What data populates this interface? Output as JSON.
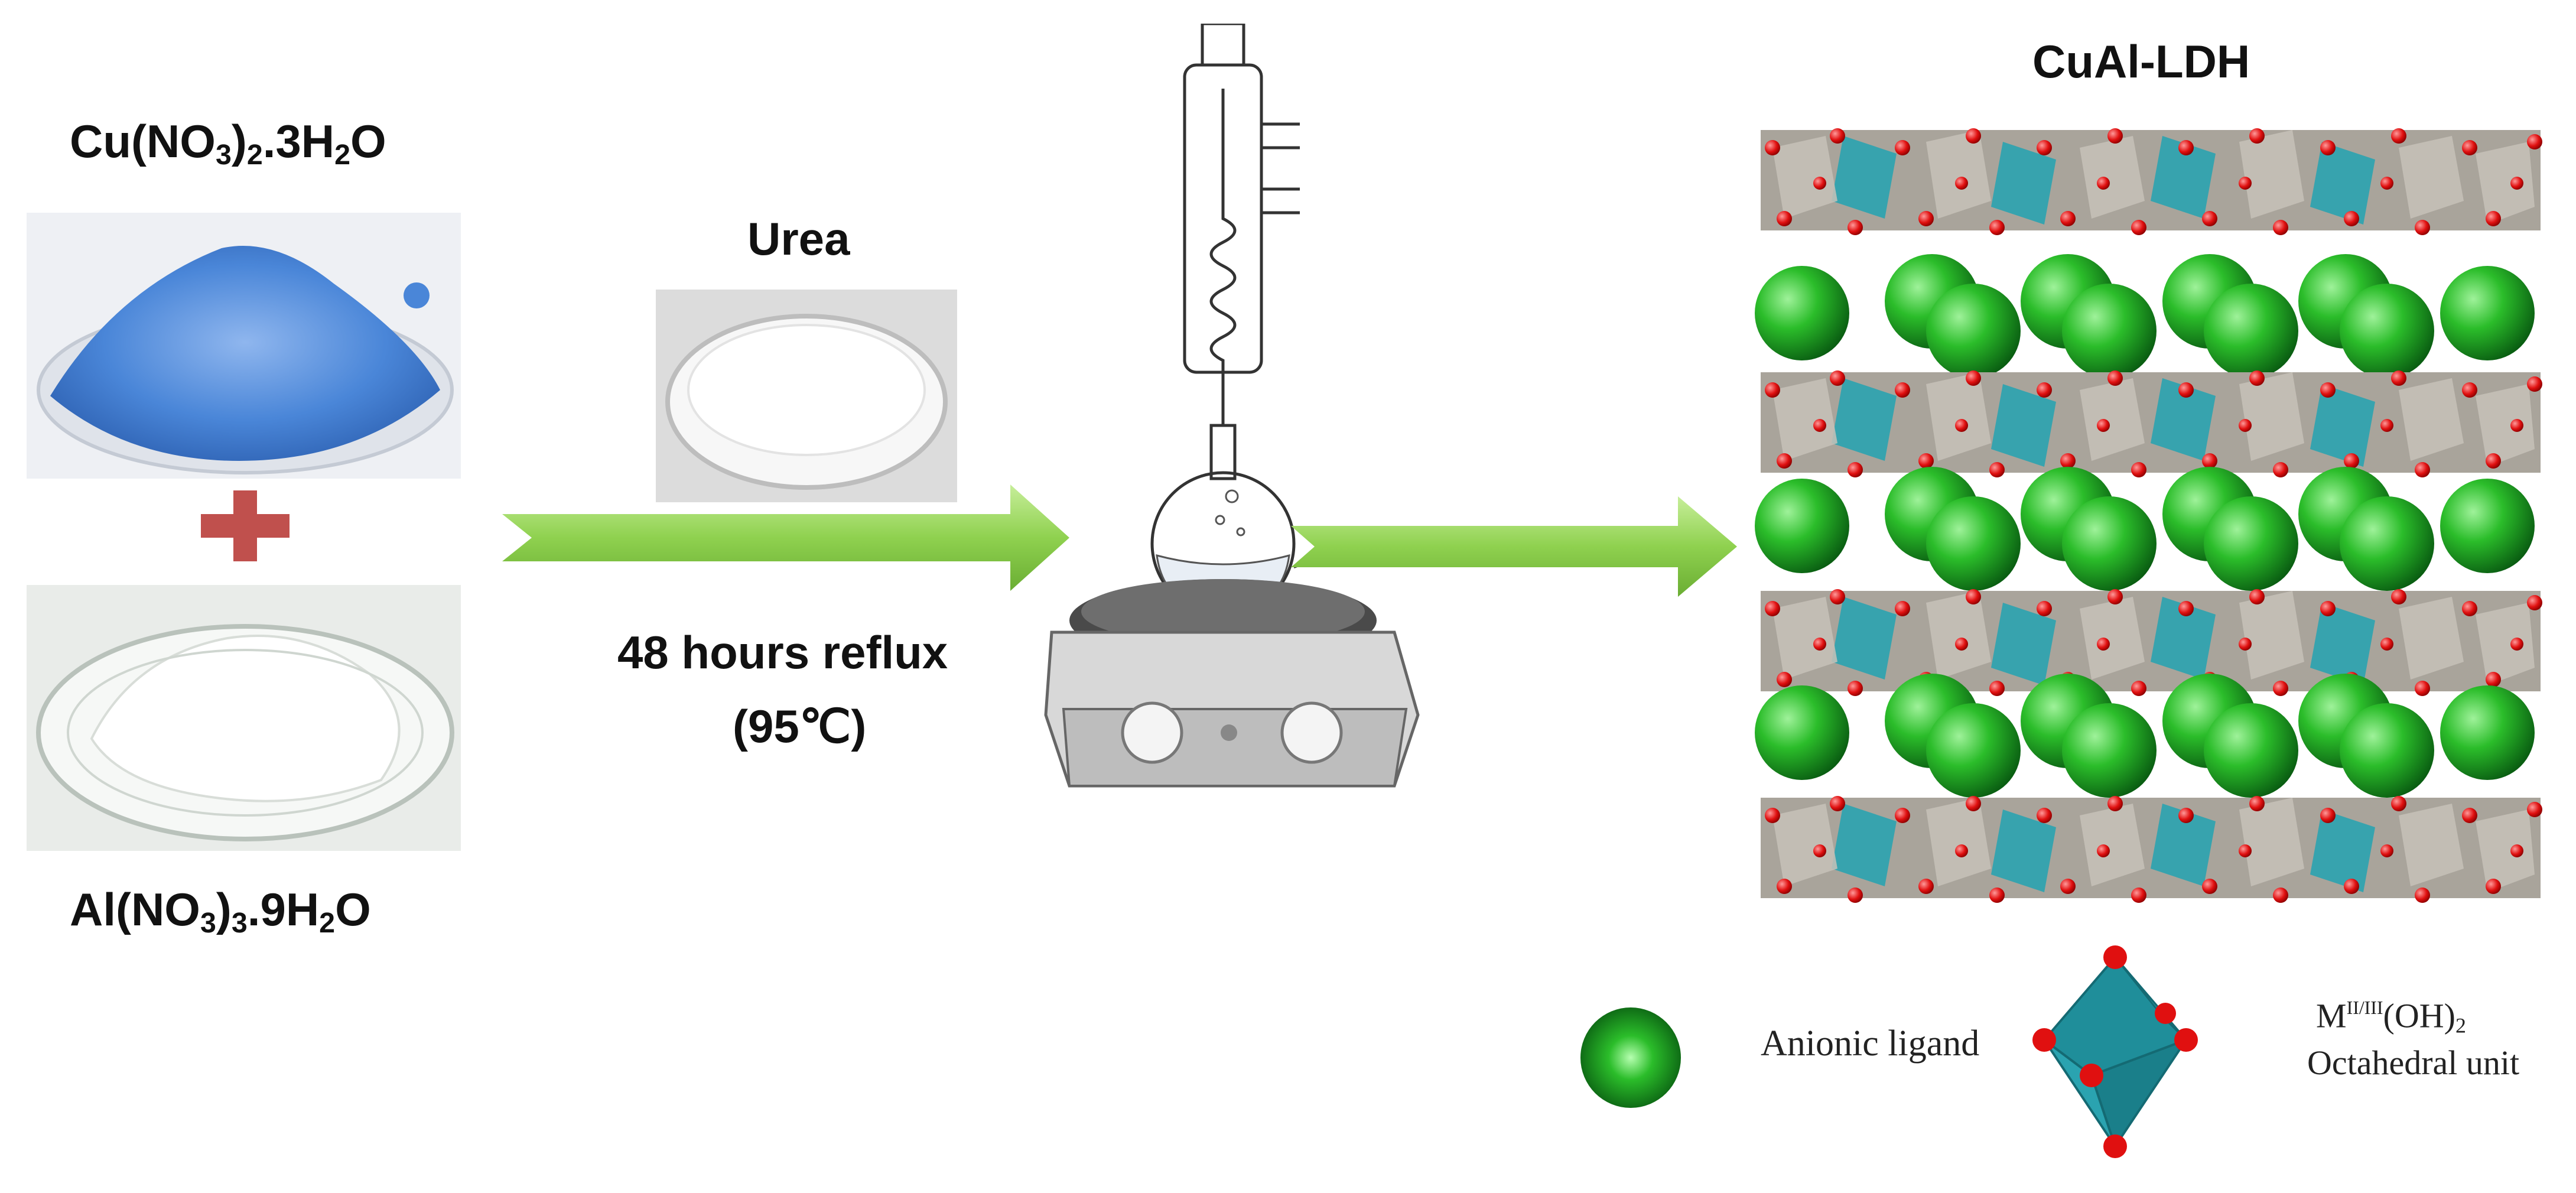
{
  "reagents": {
    "cu_part_main": "Cu(NO",
    "cu_part_sub1": "3",
    "cu_part_mid": ")",
    "cu_part_sub2": "2",
    "cu_part_end1": ".3H",
    "cu_part_sub3": "2",
    "cu_part_end2": "O",
    "al_part_main": "Al(NO",
    "al_part_sub1": "3",
    "al_part_mid": ")",
    "al_part_sub2": "3",
    "al_part_end1": ".9H",
    "al_part_sub3": "2",
    "al_part_end2": "O",
    "urea_label": "Urea"
  },
  "process": {
    "condition_line1": "48 hours reflux",
    "condition_line2": "(95℃)"
  },
  "product": {
    "title": "CuAl-LDH"
  },
  "legend": {
    "anionic_label": "Anionic ligand",
    "octa_prefix": "M",
    "octa_sup": "II/III",
    "octa_mid": "(OH)",
    "octa_sub": "2",
    "octa_line2": "Octahedral unit"
  },
  "colors": {
    "cu_powder": "#4a86d8",
    "al_powder": "#f2f2f2",
    "plus": "#c0504d",
    "arrow": "#8fd14f",
    "anion": "#1f9e2a",
    "octa_teal": "#2aa3b0",
    "octa_grey": "#a9a49b",
    "oxygen": "#e01010"
  }
}
